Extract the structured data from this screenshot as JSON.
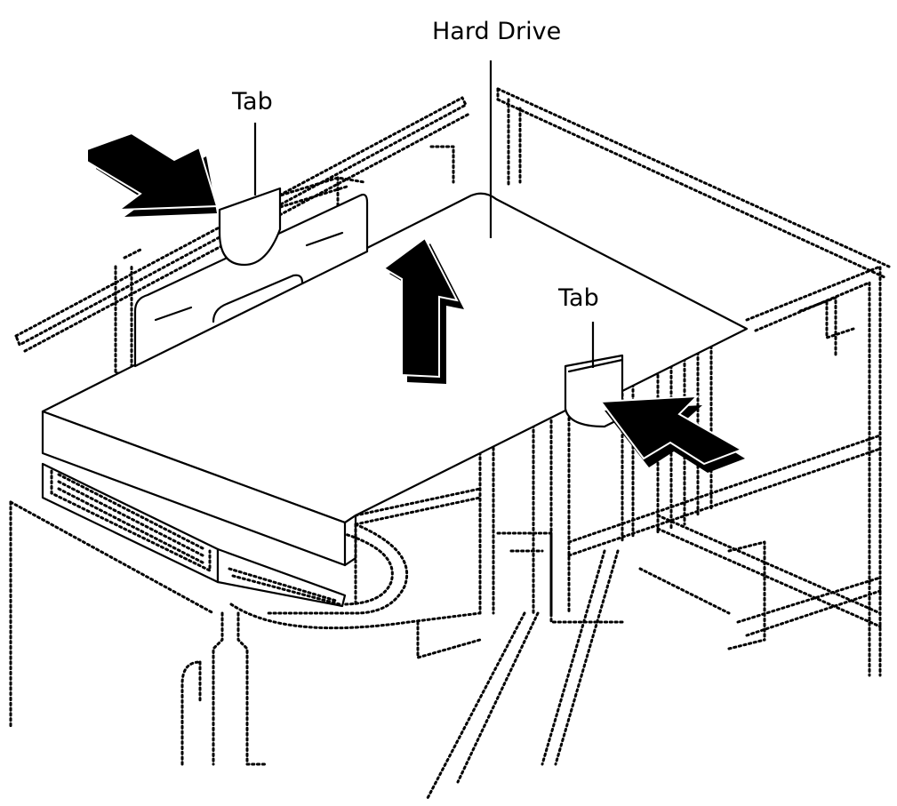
{
  "diagram": {
    "labels": {
      "hard_drive": "Hard Drive",
      "tab_left": "Tab",
      "tab_right": "Tab"
    },
    "colors": {
      "ink": "#000000",
      "paper": "#ffffff"
    },
    "icons": {
      "push_arrow_left": "arrow-right-icon",
      "lift_arrow": "arrow-up-icon",
      "push_arrow_right": "arrow-left-icon"
    }
  }
}
